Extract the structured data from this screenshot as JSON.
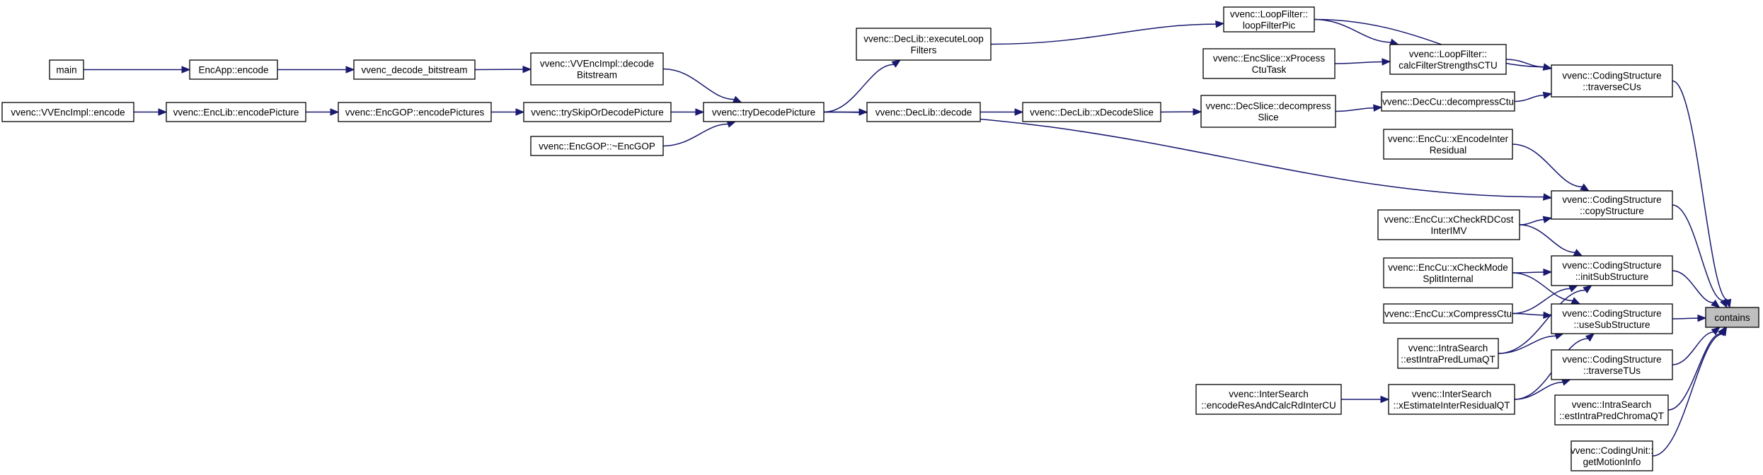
{
  "nodes": [
    {
      "id": "main",
      "lines": [
        "main"
      ]
    },
    {
      "id": "encapp_encode",
      "lines": [
        "EncApp::encode"
      ]
    },
    {
      "id": "vvenc_decode_bitstream",
      "lines": [
        "vvenc_decode_bitstream"
      ]
    },
    {
      "id": "vvencimpl_decode_bitstream",
      "lines": [
        "vvenc::VVEncImpl::decode",
        "Bitstream"
      ]
    },
    {
      "id": "vvencimpl_encode",
      "lines": [
        "vvenc::VVEncImpl::encode"
      ]
    },
    {
      "id": "enclib_encodepicture",
      "lines": [
        "vvenc::EncLib::encodePicture"
      ]
    },
    {
      "id": "encgop_encodepictures",
      "lines": [
        "vvenc::EncGOP::encodePictures"
      ]
    },
    {
      "id": "tryskipordecodepicture",
      "lines": [
        "vvenc::trySkipOrDecodePicture"
      ]
    },
    {
      "id": "encgop_dtor",
      "lines": [
        "vvenc::EncGOP::~EncGOP"
      ]
    },
    {
      "id": "trydecodepicture",
      "lines": [
        "vvenc::tryDecodePicture"
      ]
    },
    {
      "id": "declib_executeloopfilters",
      "lines": [
        "vvenc::DecLib::executeLoop",
        "Filters"
      ]
    },
    {
      "id": "declib_decode",
      "lines": [
        "vvenc::DecLib::decode"
      ]
    },
    {
      "id": "declib_xdecodeslice",
      "lines": [
        "vvenc::DecLib::xDecodeSlice"
      ]
    },
    {
      "id": "loopfilter_loopfilterpic",
      "lines": [
        "vvenc::LoopFilter::",
        "loopFilterPic"
      ]
    },
    {
      "id": "encslice_xprocessctutask",
      "lines": [
        "vvenc::EncSlice::xProcess",
        "CtuTask"
      ]
    },
    {
      "id": "decslice_decompressslice",
      "lines": [
        "vvenc::DecSlice::decompress",
        "Slice"
      ]
    },
    {
      "id": "loopfilter_calcfilterstrengthsctu",
      "lines": [
        "vvenc::LoopFilter::",
        "calcFilterStrengthsCTU"
      ]
    },
    {
      "id": "deccu_decompressctu",
      "lines": [
        "vvenc::DecCu::decompressCtu"
      ]
    },
    {
      "id": "enccu_xencodeinterresidual",
      "lines": [
        "vvenc::EncCu::xEncodeInter",
        "Residual"
      ]
    },
    {
      "id": "enccu_xcheckrdcostinterimv",
      "lines": [
        "vvenc::EncCu::xCheckRDCost",
        "InterIMV"
      ]
    },
    {
      "id": "enccu_xcheckmodesplitinternal",
      "lines": [
        "vvenc::EncCu::xCheckMode",
        "SplitInternal"
      ]
    },
    {
      "id": "enccu_xcompressctu",
      "lines": [
        "vvenc::EncCu::xCompressCtu"
      ]
    },
    {
      "id": "intrasearch_estintrapredlumaqt",
      "lines": [
        "vvenc::IntraSearch",
        "::estIntraPredLumaQT"
      ]
    },
    {
      "id": "intersearch_encoderesandcalcrdintercu",
      "lines": [
        "vvenc::InterSearch",
        "::encodeResAndCalcRdInterCU"
      ]
    },
    {
      "id": "intersearch_xestimateinterresidualqt",
      "lines": [
        "vvenc::InterSearch",
        "::xEstimateInterResidualQT"
      ]
    },
    {
      "id": "codingstructure_traversecus",
      "lines": [
        "vvenc::CodingStructure",
        "::traverseCUs"
      ]
    },
    {
      "id": "codingstructure_copystructure",
      "lines": [
        "vvenc::CodingStructure",
        "::copyStructure"
      ]
    },
    {
      "id": "codingstructure_initsubstructure",
      "lines": [
        "vvenc::CodingStructure",
        "::initSubStructure"
      ]
    },
    {
      "id": "codingstructure_usesubstructure",
      "lines": [
        "vvenc::CodingStructure",
        "::useSubStructure"
      ]
    },
    {
      "id": "codingstructure_traversetus",
      "lines": [
        "vvenc::CodingStructure",
        "::traverseTUs"
      ]
    },
    {
      "id": "intrasearch_estintrapredchromaqt",
      "lines": [
        "vvenc::IntraSearch",
        "::estIntraPredChromaQT"
      ]
    },
    {
      "id": "codingunit_getmotioninfo",
      "lines": [
        "vvenc::CodingUnit::",
        "getMotionInfo"
      ]
    },
    {
      "id": "contains",
      "lines": [
        "contains"
      ],
      "highlight": true
    }
  ],
  "edges": [
    {
      "from": "main",
      "to": "encapp_encode"
    },
    {
      "from": "encapp_encode",
      "to": "vvenc_decode_bitstream"
    },
    {
      "from": "vvenc_decode_bitstream",
      "to": "vvencimpl_decode_bitstream"
    },
    {
      "from": "vvencimpl_decode_bitstream",
      "to": "trydecodepicture"
    },
    {
      "from": "vvencimpl_encode",
      "to": "enclib_encodepicture"
    },
    {
      "from": "enclib_encodepicture",
      "to": "encgop_encodepictures"
    },
    {
      "from": "encgop_encodepictures",
      "to": "tryskipordecodepicture"
    },
    {
      "from": "tryskipordecodepicture",
      "to": "trydecodepicture"
    },
    {
      "from": "encgop_dtor",
      "to": "trydecodepicture"
    },
    {
      "from": "trydecodepicture",
      "to": "declib_executeloopfilters"
    },
    {
      "from": "trydecodepicture",
      "to": "declib_decode"
    },
    {
      "from": "trydecodepicture",
      "to": "codingstructure_copystructure"
    },
    {
      "from": "declib_executeloopfilters",
      "to": "loopfilter_loopfilterpic"
    },
    {
      "from": "declib_decode",
      "to": "declib_xdecodeslice"
    },
    {
      "from": "declib_xdecodeslice",
      "to": "decslice_decompressslice"
    },
    {
      "from": "loopfilter_loopfilterpic",
      "to": "loopfilter_calcfilterstrengthsctu"
    },
    {
      "from": "loopfilter_loopfilterpic",
      "to": "codingstructure_traversecus"
    },
    {
      "from": "encslice_xprocessctutask",
      "to": "loopfilter_calcfilterstrengthsctu"
    },
    {
      "from": "decslice_decompressslice",
      "to": "deccu_decompressctu"
    },
    {
      "from": "loopfilter_calcfilterstrengthsctu",
      "to": "codingstructure_traversecus"
    },
    {
      "from": "deccu_decompressctu",
      "to": "codingstructure_traversecus"
    },
    {
      "from": "enccu_xencodeinterresidual",
      "to": "codingstructure_copystructure"
    },
    {
      "from": "enccu_xcheckrdcostinterimv",
      "to": "codingstructure_copystructure"
    },
    {
      "from": "enccu_xcheckrdcostinterimv",
      "to": "codingstructure_initsubstructure"
    },
    {
      "from": "enccu_xcheckmodesplitinternal",
      "to": "codingstructure_initsubstructure"
    },
    {
      "from": "enccu_xcheckmodesplitinternal",
      "to": "codingstructure_usesubstructure"
    },
    {
      "from": "enccu_xcompressctu",
      "to": "codingstructure_initsubstructure"
    },
    {
      "from": "enccu_xcompressctu",
      "to": "codingstructure_usesubstructure"
    },
    {
      "from": "intrasearch_estintrapredlumaqt",
      "to": "codingstructure_initsubstructure"
    },
    {
      "from": "intrasearch_estintrapredlumaqt",
      "to": "codingstructure_usesubstructure"
    },
    {
      "from": "intersearch_encoderesandcalcrdintercu",
      "to": "intersearch_xestimateinterresidualqt"
    },
    {
      "from": "intersearch_xestimateinterresidualqt",
      "to": "codingstructure_usesubstructure"
    },
    {
      "from": "intersearch_xestimateinterresidualqt",
      "to": "codingstructure_traversetus"
    },
    {
      "from": "codingstructure_traversecus",
      "to": "contains"
    },
    {
      "from": "codingstructure_copystructure",
      "to": "contains"
    },
    {
      "from": "codingstructure_initsubstructure",
      "to": "contains"
    },
    {
      "from": "codingstructure_usesubstructure",
      "to": "contains"
    },
    {
      "from": "codingstructure_traversetus",
      "to": "contains"
    },
    {
      "from": "intrasearch_estintrapredchromaqt",
      "to": "contains"
    },
    {
      "from": "codingunit_getmotioninfo",
      "to": "contains"
    }
  ],
  "colors": {
    "edge": "#191970",
    "node_border": "#000000",
    "node_fill": "#ffffff",
    "highlight_fill": "#bfbfbf"
  }
}
